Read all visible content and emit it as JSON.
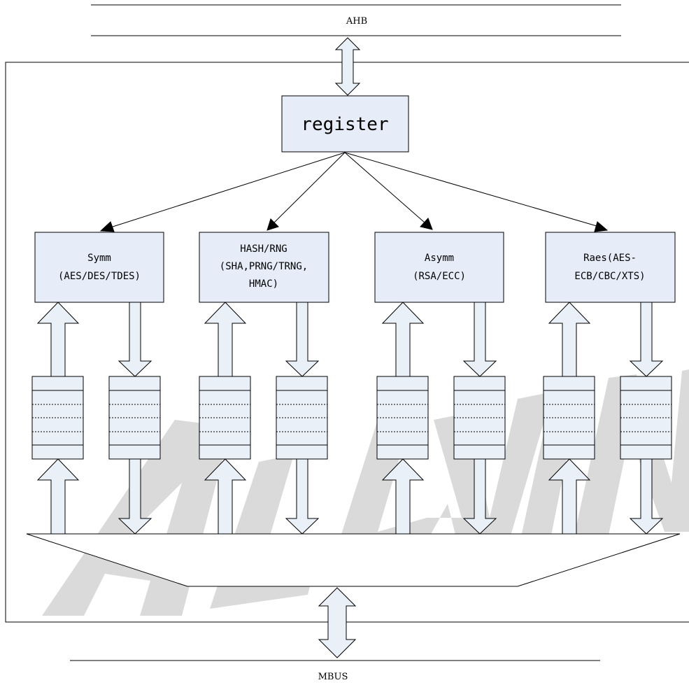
{
  "bus_top": {
    "label": "AHB"
  },
  "bus_bottom": {
    "label": "MBUS"
  },
  "register": {
    "label": "register"
  },
  "engines": [
    {
      "lines": [
        "Symm",
        "(AES/DES/TDES)"
      ]
    },
    {
      "lines": [
        "HASH/RNG",
        "(SHA,PRNG/TRNG,",
        "HMAC)"
      ]
    },
    {
      "lines": [
        "Asymm",
        "(RSA/ECC)"
      ]
    },
    {
      "lines": [
        "Raes(AES-",
        "ECB/CBC/XTS)"
      ]
    }
  ],
  "watermark": {
    "text": "ALLWINNER",
    "color": "#d9d9d9"
  },
  "colors": {
    "box_fill": "#e6ecf8",
    "arrow_fill": "#eaf0f8",
    "stroke": "#000000"
  }
}
